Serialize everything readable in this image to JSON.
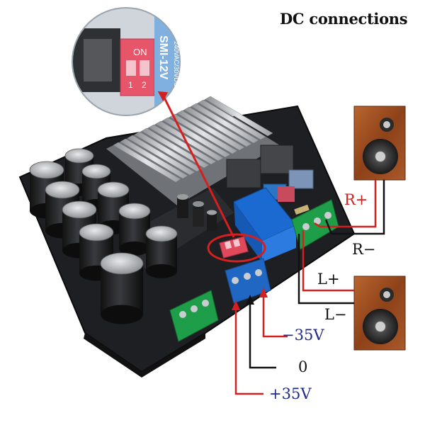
{
  "title": "DC connections",
  "zoom": {
    "switch_on_label": "ON",
    "switch_numbers": [
      "1",
      "2"
    ],
    "relay_text": "SMI-12V",
    "relay_rating": "240VAC/30VDC"
  },
  "power_labels": {
    "neg": "−35V",
    "gnd": "0",
    "pos": "+35V"
  },
  "speaker_labels": {
    "r_plus": "R+",
    "r_minus": "R−",
    "l_plus": "L+",
    "l_minus": "L−"
  },
  "colors": {
    "pcb": "#1e1f22",
    "heatsink": "#b9bcc0",
    "terminal_blue": "#1f67c2",
    "terminal_green": "#1f9e4a",
    "relay_blue": "#1b6ad1",
    "wire_red": "#d42020",
    "wire_black": "#111111",
    "speaker_wood": "#9a4e22"
  }
}
